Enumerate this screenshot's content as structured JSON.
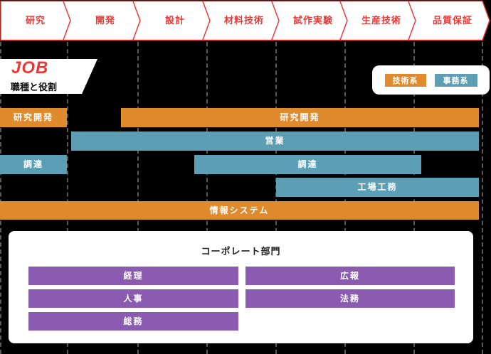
{
  "process_flow": {
    "steps": [
      "研究",
      "開発",
      "設計",
      "材料技術",
      "試作実験",
      "生産技術",
      "品質保証"
    ]
  },
  "header": {
    "title": "JOB",
    "subtitle": "職種と役割"
  },
  "legend": {
    "technical": "技術系",
    "clerical": "事務系"
  },
  "job_map": {
    "bars": [
      {
        "label": "研究開発",
        "category": "technical"
      },
      {
        "label": "研究開発",
        "category": "technical"
      },
      {
        "label": "営業",
        "category": "clerical"
      },
      {
        "label": "調達",
        "category": "clerical"
      },
      {
        "label": "調達",
        "category": "clerical"
      },
      {
        "label": "工場工務",
        "category": "clerical"
      },
      {
        "label": "情報システム",
        "category": "technical"
      }
    ]
  },
  "corporate": {
    "title": "コーポレート部門",
    "departments": [
      {
        "label": "経理"
      },
      {
        "label": "広報"
      },
      {
        "label": "人事"
      },
      {
        "label": "法務"
      },
      {
        "label": "総務"
      }
    ]
  },
  "colors": {
    "accent_red": "#e73a36",
    "technical_orange": "#e08a2e",
    "clerical_blue": "#5c9fb4",
    "corporate_purple": "#8a5bb1",
    "background": "#000000",
    "grid_line": "#595959"
  }
}
